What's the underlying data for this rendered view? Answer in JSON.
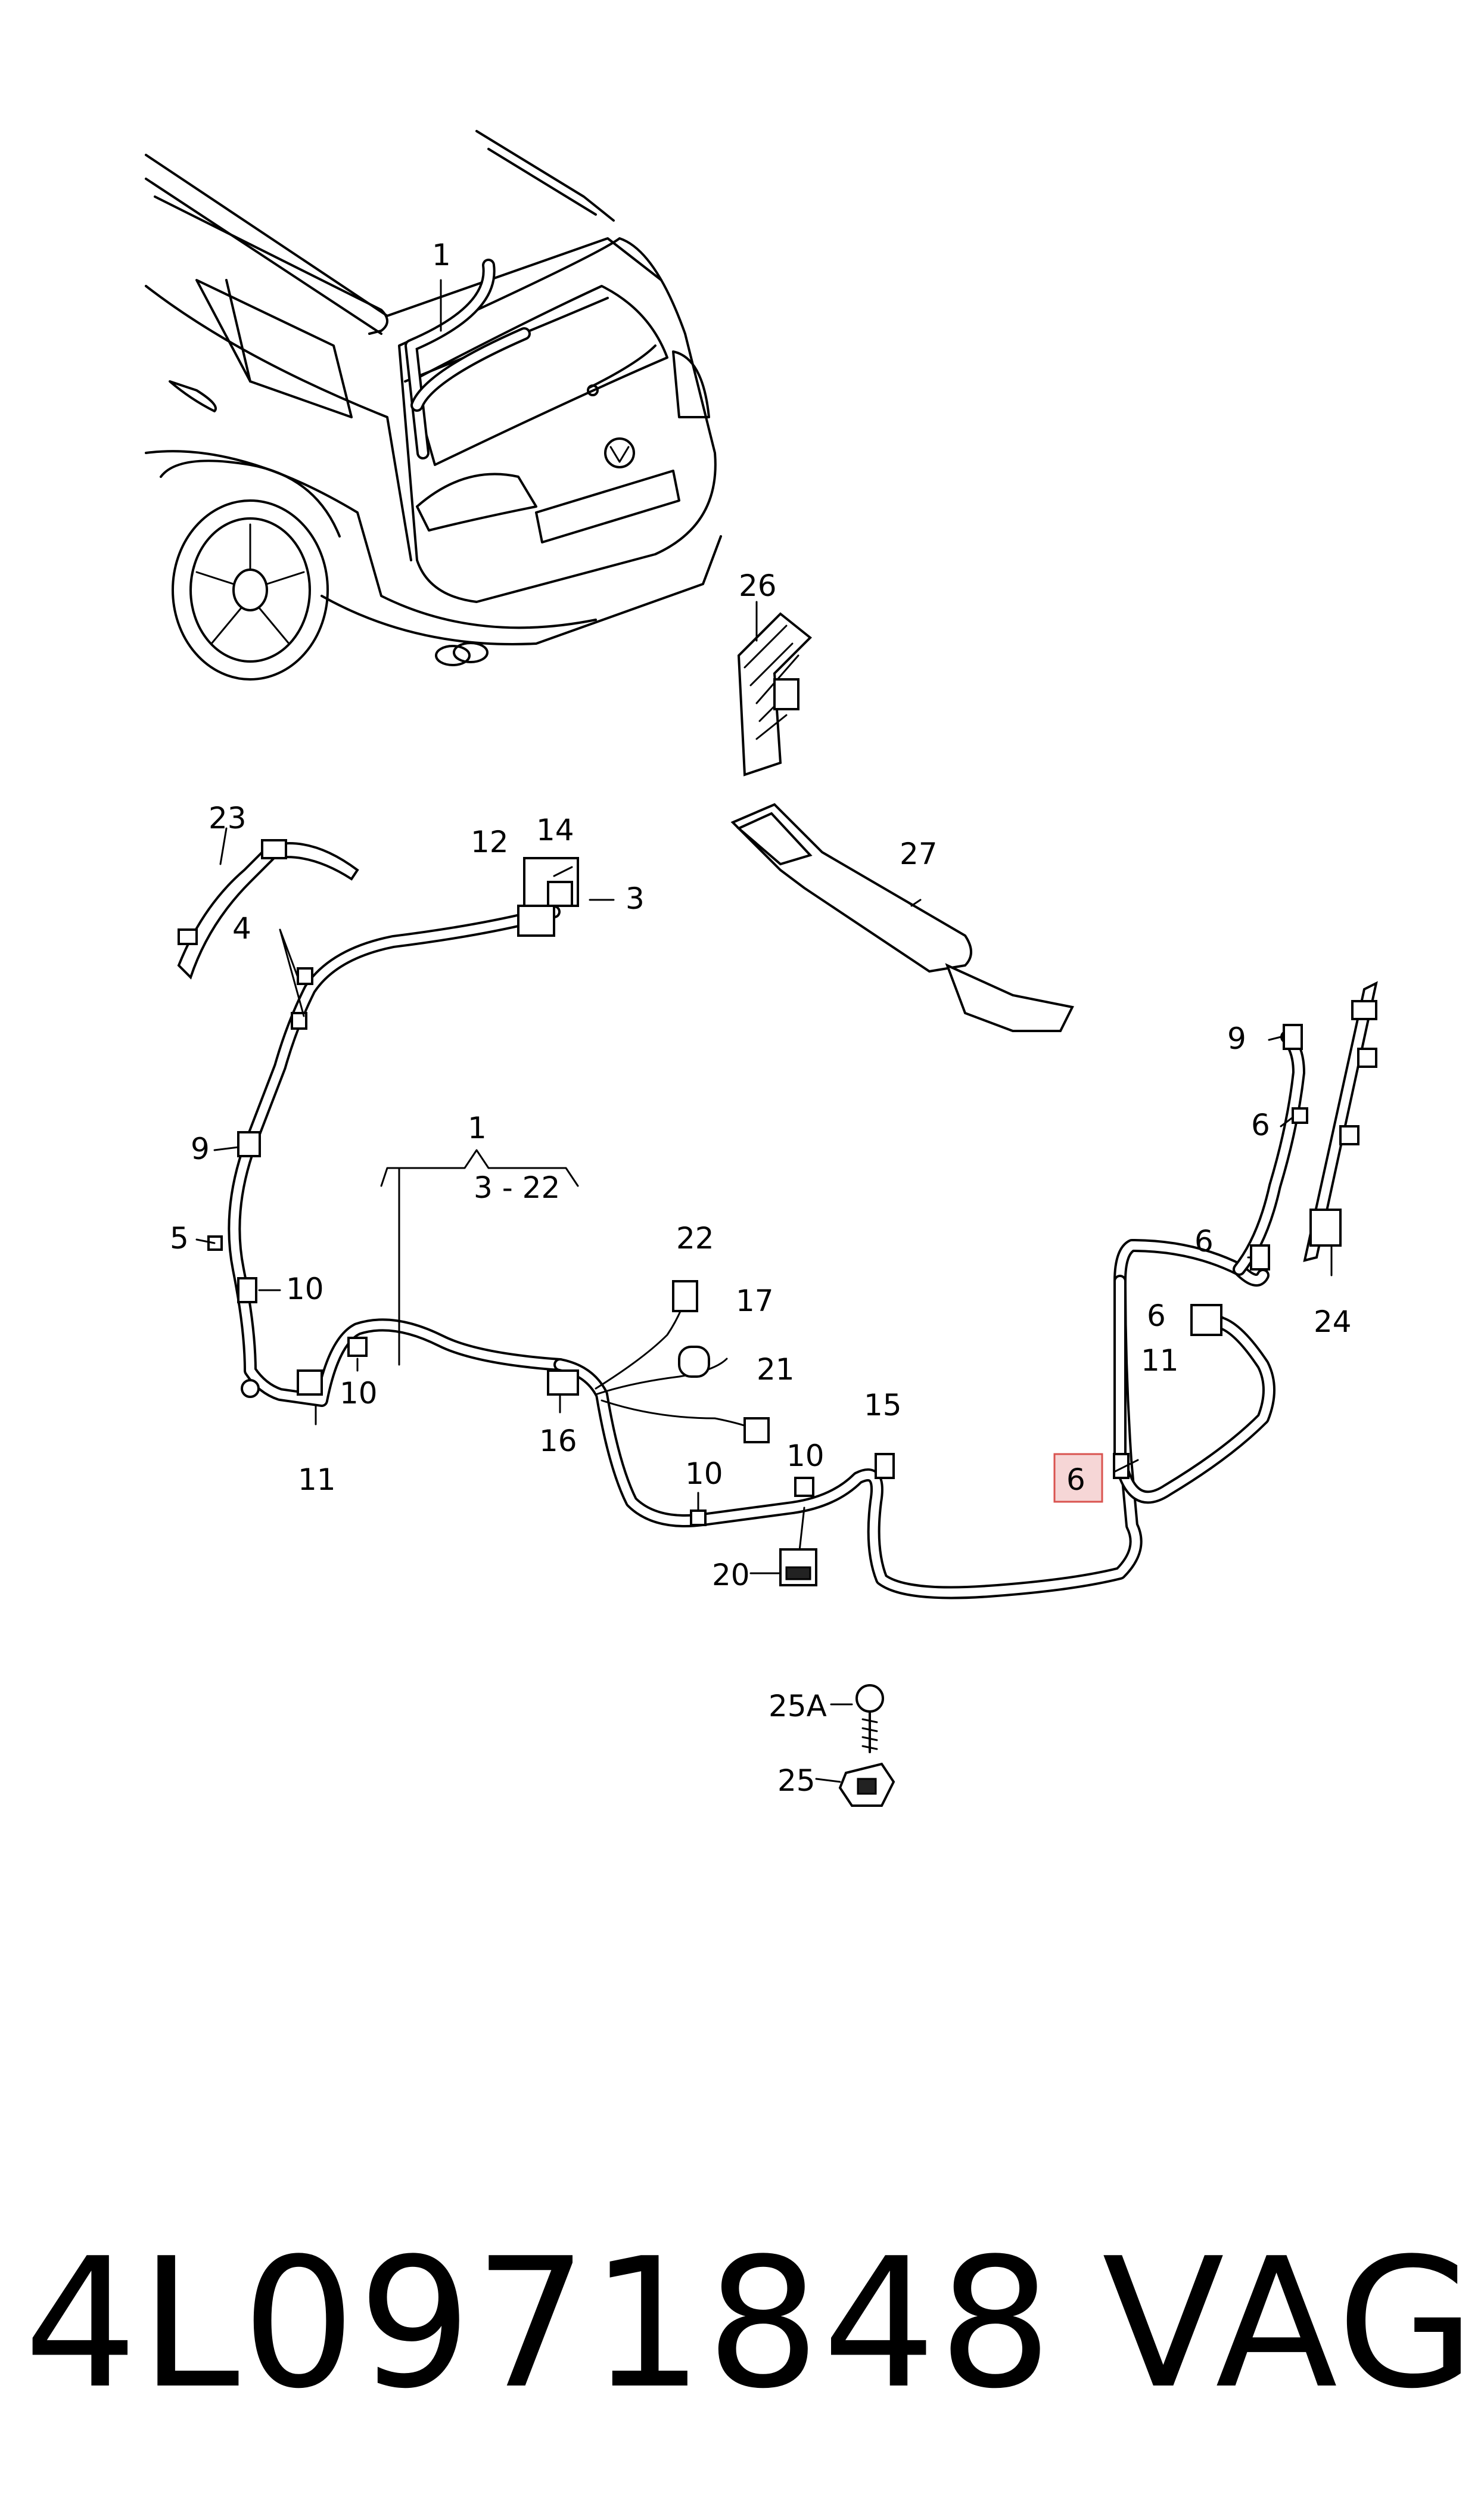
{
  "callouts": {
    "c1_top": "1",
    "c26": "26",
    "c27": "27",
    "c23": "23",
    "c12": "12",
    "c14": "14",
    "c3": "3",
    "c4": "4",
    "c9_left": "9",
    "c5": "5",
    "c10_left": "10",
    "c10_mid": "10",
    "c11_left": "11",
    "c1_group": "1",
    "c_group_range": "3 - 22",
    "c22": "22",
    "c17": "17",
    "c21": "21",
    "c16": "16",
    "c15": "15",
    "c10_bottom": "10",
    "c20": "20",
    "c9_right": "9",
    "c6_right_top": "6",
    "c6_right_mid": "6",
    "c6_right_low": "6",
    "c11_right": "11",
    "c6_highlight": "6",
    "c24": "24",
    "c25A": "25A",
    "c25": "25"
  },
  "footer": {
    "part_number": "4L0971848",
    "brand": "VAG"
  },
  "colors": {
    "line": "#000000",
    "highlight_fill": "#f6d6d6",
    "highlight_border": "#d9534f",
    "background": "#ffffff"
  }
}
